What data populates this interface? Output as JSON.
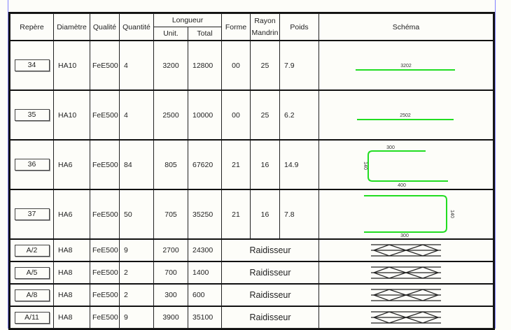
{
  "table": {
    "headers": {
      "repere": "Repère",
      "diametre": "Diamètre",
      "qualite": "Qualité",
      "quantite": "Quantité",
      "longueur": "Longueur",
      "unit": "Unit.",
      "total": "Total",
      "forme": "Forme",
      "rayon": "Rayon",
      "mandrin": "Mandrin",
      "poids": "Poids",
      "schema": "Schéma"
    },
    "rows": [
      {
        "repere": "34",
        "diametre": "HA10",
        "qualite": "FeE500",
        "quantite": "4",
        "unit": "3200",
        "total": "12800",
        "forme": "00",
        "rayon": "25",
        "poids": "7.9",
        "schema_type": "straight",
        "dims": {
          "length": "3202"
        }
      },
      {
        "repere": "35",
        "diametre": "HA10",
        "qualite": "FeE500",
        "quantite": "4",
        "unit": "2500",
        "total": "10000",
        "forme": "00",
        "rayon": "25",
        "poids": "6.2",
        "schema_type": "straight",
        "dims": {
          "length": "2502"
        }
      },
      {
        "repere": "36",
        "diametre": "HA6",
        "qualite": "FeE500",
        "quantite": "84",
        "unit": "805",
        "total": "67620",
        "forme": "21",
        "rayon": "16",
        "poids": "14.9",
        "schema_type": "u-left",
        "dims": {
          "top": "300",
          "side": "140",
          "bottom": "400"
        }
      },
      {
        "repere": "37",
        "diametre": "HA6",
        "qualite": "FeE500",
        "quantite": "50",
        "unit": "705",
        "total": "35250",
        "forme": "21",
        "rayon": "16",
        "poids": "7.8",
        "schema_type": "u-right",
        "dims": {
          "side": "140",
          "bottom": "300"
        }
      },
      {
        "repere": "A/2",
        "diametre": "HA8",
        "qualite": "FeE500",
        "quantite": "9",
        "unit": "2700",
        "total": "24300",
        "label": "Raidisseur",
        "schema_type": "truss"
      },
      {
        "repere": "A/5",
        "diametre": "HA8",
        "qualite": "FeE500",
        "quantite": "2",
        "unit": "700",
        "total": "1400",
        "label": "Raidisseur",
        "schema_type": "truss"
      },
      {
        "repere": "A/8",
        "diametre": "HA8",
        "qualite": "FeE500",
        "quantite": "2",
        "unit": "300",
        "total": "600",
        "label": "Raidisseur",
        "schema_type": "truss"
      },
      {
        "repere": "A/11",
        "diametre": "HA8",
        "qualite": "FeE500",
        "quantite": "9",
        "unit": "3900",
        "total": "35100",
        "label": "Raidisseur",
        "schema_type": "truss"
      }
    ]
  },
  "colors": {
    "rebar_line": "#22dd22",
    "truss_line": "#222222",
    "page_edge": "#8080ff"
  }
}
